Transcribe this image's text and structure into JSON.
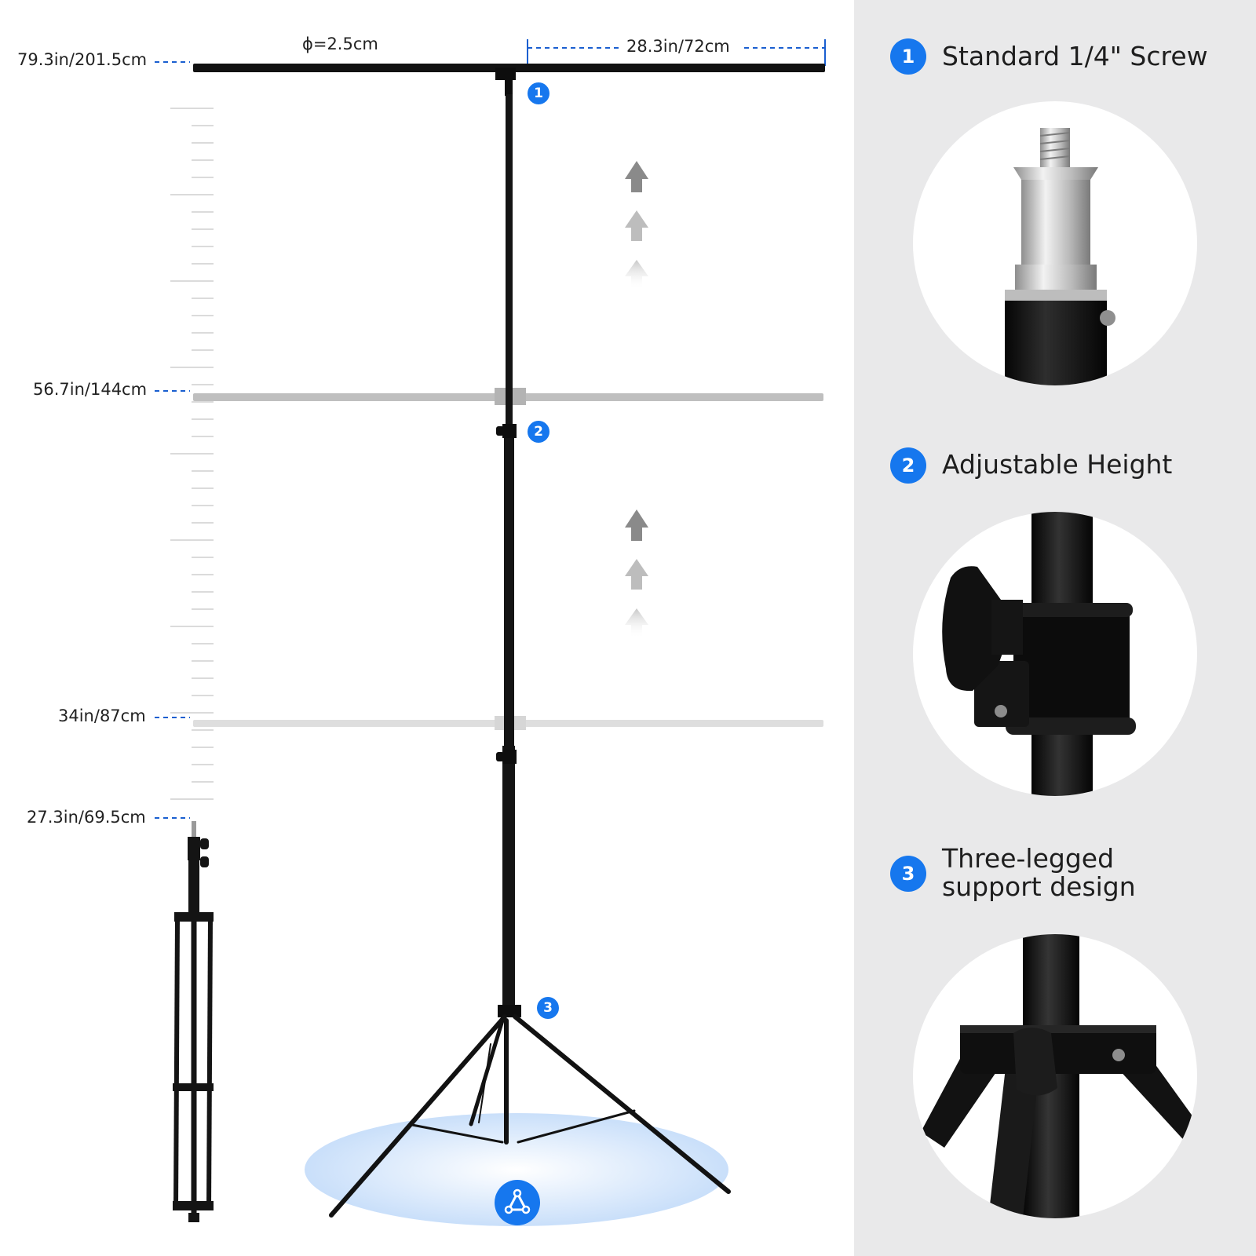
{
  "dimensions": {
    "diameter_label": "ϕ=2.5cm",
    "width_label": "28.3in/72cm",
    "max_height_label": "79.3in/201.5cm",
    "mid_height_label": "56.7in/144cm",
    "low_height_label": "34in/87cm",
    "folded_height_label": "27.3in/69.5cm"
  },
  "callouts": [
    "1",
    "2",
    "3"
  ],
  "features": [
    {
      "number": "1",
      "title": "Standard 1/4\" Screw"
    },
    {
      "number": "2",
      "title": "Adjustable Height"
    },
    {
      "number": "3",
      "title_line1": "Three-legged",
      "title_line2": "support design"
    }
  ],
  "icons": {
    "base": "tripod-triangle-icon",
    "arrows": "up-arrow-icon"
  },
  "colors": {
    "accent": "#1677ee",
    "panel": "#e9e9ea",
    "metal": "#111111",
    "ghost": "#c8c8c8",
    "base_glow": "#cfe3fb"
  }
}
